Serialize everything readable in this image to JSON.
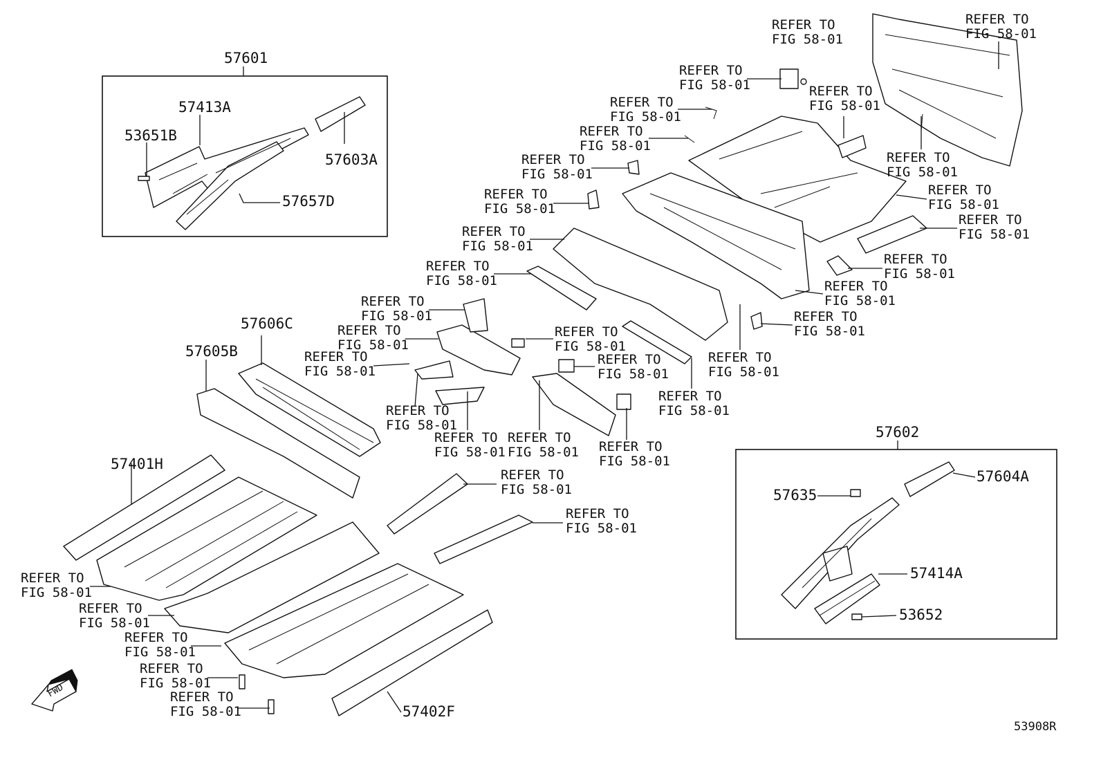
{
  "refer_text": [
    "REFER TO",
    "FIG 58-01"
  ],
  "groups": [
    {
      "id": "group-57601",
      "label": "57601"
    },
    {
      "id": "group-57602",
      "label": "57602"
    }
  ],
  "part_numbers": {
    "p57413A": "57413A",
    "p53651B": "53651B",
    "p57603A": "57603A",
    "p57657D": "57657D",
    "p57606C": "57606C",
    "p57605B": "57605B",
    "p57401H": "57401H",
    "p57402F": "57402F",
    "p57635": "57635",
    "p57604A": "57604A",
    "p57414A": "57414A",
    "p53652": "53652"
  },
  "fwd_label": "FWD",
  "diagram_code": "53908R"
}
